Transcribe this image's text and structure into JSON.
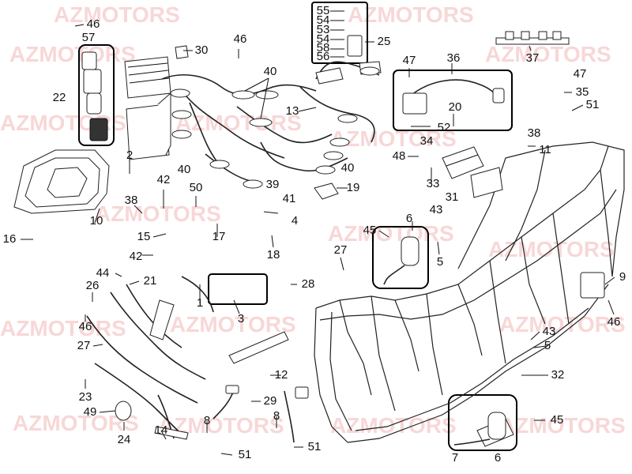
{
  "watermark": "AZMOTORS",
  "labels": [
    {
      "id": "l46a",
      "text": "46"
    },
    {
      "id": "l57",
      "text": "57"
    },
    {
      "id": "l30",
      "text": "30"
    },
    {
      "id": "l46b",
      "text": "46"
    },
    {
      "id": "l55",
      "text": "55"
    },
    {
      "id": "l54a",
      "text": "54"
    },
    {
      "id": "l53",
      "text": "53"
    },
    {
      "id": "l54b",
      "text": "54"
    },
    {
      "id": "l58",
      "text": "58"
    },
    {
      "id": "l56",
      "text": "56"
    },
    {
      "id": "l25",
      "text": "25"
    },
    {
      "id": "l36",
      "text": "36"
    },
    {
      "id": "l37",
      "text": "37"
    },
    {
      "id": "l47a",
      "text": "47"
    },
    {
      "id": "l22",
      "text": "22"
    },
    {
      "id": "l40a",
      "text": "40"
    },
    {
      "id": "l13",
      "text": "13"
    },
    {
      "id": "l20",
      "text": "20"
    },
    {
      "id": "l47b",
      "text": "47"
    },
    {
      "id": "l35",
      "text": "35"
    },
    {
      "id": "l51a",
      "text": "51"
    },
    {
      "id": "l52",
      "text": "52"
    },
    {
      "id": "l38a",
      "text": "38"
    },
    {
      "id": "l34",
      "text": "34"
    },
    {
      "id": "l11",
      "text": "11"
    },
    {
      "id": "l2",
      "text": "2"
    },
    {
      "id": "l48",
      "text": "48"
    },
    {
      "id": "l40b",
      "text": "40"
    },
    {
      "id": "l40c",
      "text": "40"
    },
    {
      "id": "l42a",
      "text": "42"
    },
    {
      "id": "l39",
      "text": "39"
    },
    {
      "id": "l19",
      "text": "19"
    },
    {
      "id": "l33",
      "text": "33"
    },
    {
      "id": "l31",
      "text": "31"
    },
    {
      "id": "l50",
      "text": "50"
    },
    {
      "id": "l38b",
      "text": "38"
    },
    {
      "id": "l41",
      "text": "41"
    },
    {
      "id": "l4",
      "text": "4"
    },
    {
      "id": "l10",
      "text": "10"
    },
    {
      "id": "l6a",
      "text": "6"
    },
    {
      "id": "l43a",
      "text": "43"
    },
    {
      "id": "l45a",
      "text": "45"
    },
    {
      "id": "l17",
      "text": "17"
    },
    {
      "id": "l16",
      "text": "16"
    },
    {
      "id": "l15",
      "text": "15"
    },
    {
      "id": "l18",
      "text": "18"
    },
    {
      "id": "l5a",
      "text": "5"
    },
    {
      "id": "l42b",
      "text": "42"
    },
    {
      "id": "l27a",
      "text": "27"
    },
    {
      "id": "l44",
      "text": "44"
    },
    {
      "id": "l21",
      "text": "21"
    },
    {
      "id": "l26",
      "text": "26"
    },
    {
      "id": "l28",
      "text": "28"
    },
    {
      "id": "l9",
      "text": "9"
    },
    {
      "id": "l1",
      "text": "1"
    },
    {
      "id": "l3",
      "text": "3"
    },
    {
      "id": "l46c",
      "text": "46"
    },
    {
      "id": "l46d",
      "text": "46"
    },
    {
      "id": "l43b",
      "text": "43"
    },
    {
      "id": "l27b",
      "text": "27"
    },
    {
      "id": "l5b",
      "text": "5"
    },
    {
      "id": "l32",
      "text": "32"
    },
    {
      "id": "l12",
      "text": "12"
    },
    {
      "id": "l23",
      "text": "23"
    },
    {
      "id": "l29",
      "text": "29"
    },
    {
      "id": "l49",
      "text": "49"
    },
    {
      "id": "l8a",
      "text": "8"
    },
    {
      "id": "l8b",
      "text": "8"
    },
    {
      "id": "l45b",
      "text": "45"
    },
    {
      "id": "l14",
      "text": "14"
    },
    {
      "id": "l24",
      "text": "24"
    },
    {
      "id": "l51b",
      "text": "51"
    },
    {
      "id": "l51c",
      "text": "51"
    },
    {
      "id": "l7",
      "text": "7"
    },
    {
      "id": "l6b",
      "text": "6"
    }
  ]
}
